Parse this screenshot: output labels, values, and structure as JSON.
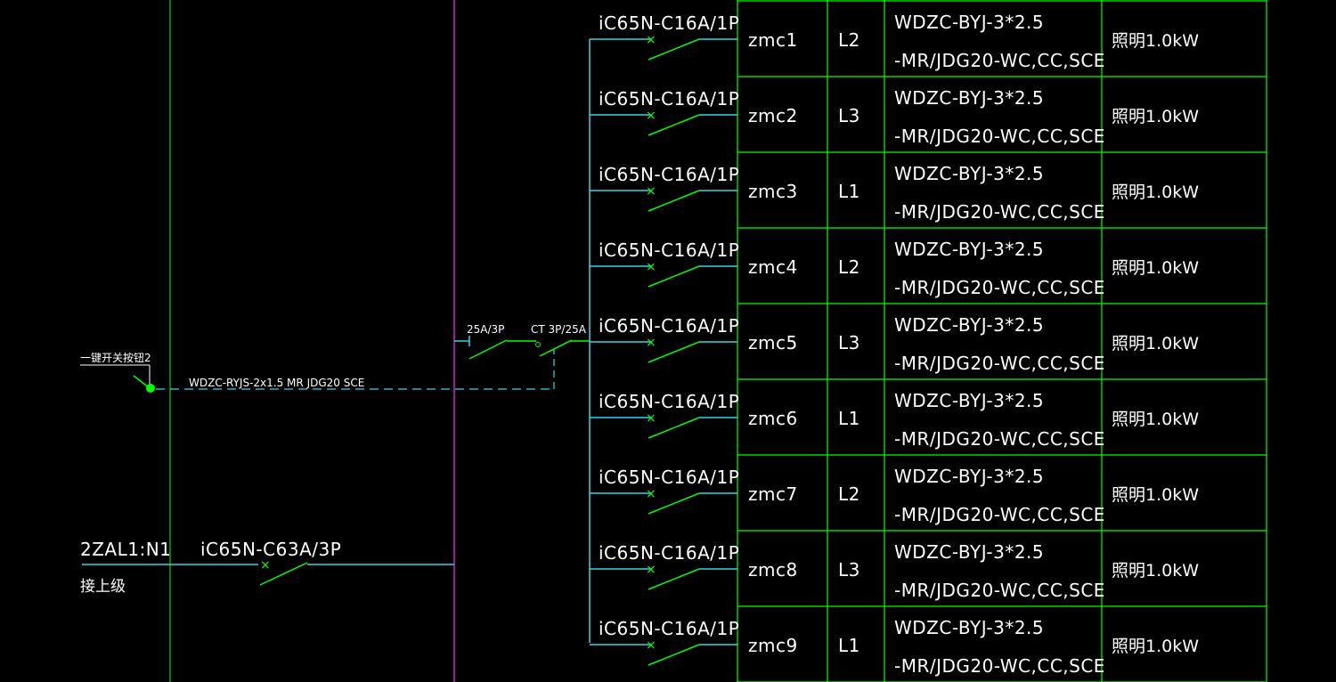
{
  "colors": {
    "background": "#000000",
    "green": "#00ff00",
    "cyan": "#33d6e6",
    "magenta": "#d020d0",
    "text": "#ffffff"
  },
  "incoming": {
    "label": "2ZAL1:N1",
    "sublabel": "接上级",
    "breaker": "iC65N-C63A/3P"
  },
  "control": {
    "switch_label": "一键开关按钮2",
    "cable_label": "WDZC-RYJS-2x1.5  MR JDG20  SCE",
    "breaker_label": "25A/3P",
    "contactor_label": "CT 3P/25A"
  },
  "circuits": [
    {
      "breaker": "iC65N-C16A/1P",
      "id": "zmc1",
      "phase": "L2",
      "cable_line1": "WDZC-BYJ-3*2.5",
      "cable_line2": "-MR/JDG20-WC,CC,SCE",
      "load": "照明1.0kW"
    },
    {
      "breaker": "iC65N-C16A/1P",
      "id": "zmc2",
      "phase": "L3",
      "cable_line1": "WDZC-BYJ-3*2.5",
      "cable_line2": "-MR/JDG20-WC,CC,SCE",
      "load": "照明1.0kW"
    },
    {
      "breaker": "iC65N-C16A/1P",
      "id": "zmc3",
      "phase": "L1",
      "cable_line1": "WDZC-BYJ-3*2.5",
      "cable_line2": "-MR/JDG20-WC,CC,SCE",
      "load": "照明1.0kW"
    },
    {
      "breaker": "iC65N-C16A/1P",
      "id": "zmc4",
      "phase": "L2",
      "cable_line1": "WDZC-BYJ-3*2.5",
      "cable_line2": "-MR/JDG20-WC,CC,SCE",
      "load": "照明1.0kW"
    },
    {
      "breaker": "iC65N-C16A/1P",
      "id": "zmc5",
      "phase": "L3",
      "cable_line1": "WDZC-BYJ-3*2.5",
      "cable_line2": "-MR/JDG20-WC,CC,SCE",
      "load": "照明1.0kW"
    },
    {
      "breaker": "iC65N-C16A/1P",
      "id": "zmc6",
      "phase": "L1",
      "cable_line1": "WDZC-BYJ-3*2.5",
      "cable_line2": "-MR/JDG20-WC,CC,SCE",
      "load": "照明1.0kW"
    },
    {
      "breaker": "iC65N-C16A/1P",
      "id": "zmc7",
      "phase": "L2",
      "cable_line1": "WDZC-BYJ-3*2.5",
      "cable_line2": "-MR/JDG20-WC,CC,SCE",
      "load": "照明1.0kW"
    },
    {
      "breaker": "iC65N-C16A/1P",
      "id": "zmc8",
      "phase": "L3",
      "cable_line1": "WDZC-BYJ-3*2.5",
      "cable_line2": "-MR/JDG20-WC,CC,SCE",
      "load": "照明1.0kW"
    },
    {
      "breaker": "iC65N-C16A/1P",
      "id": "zmc9",
      "phase": "L1",
      "cable_line1": "WDZC-BYJ-3*2.5",
      "cable_line2": "-MR/JDG20-WC,CC,SCE",
      "load": "照明1.0kW"
    }
  ]
}
